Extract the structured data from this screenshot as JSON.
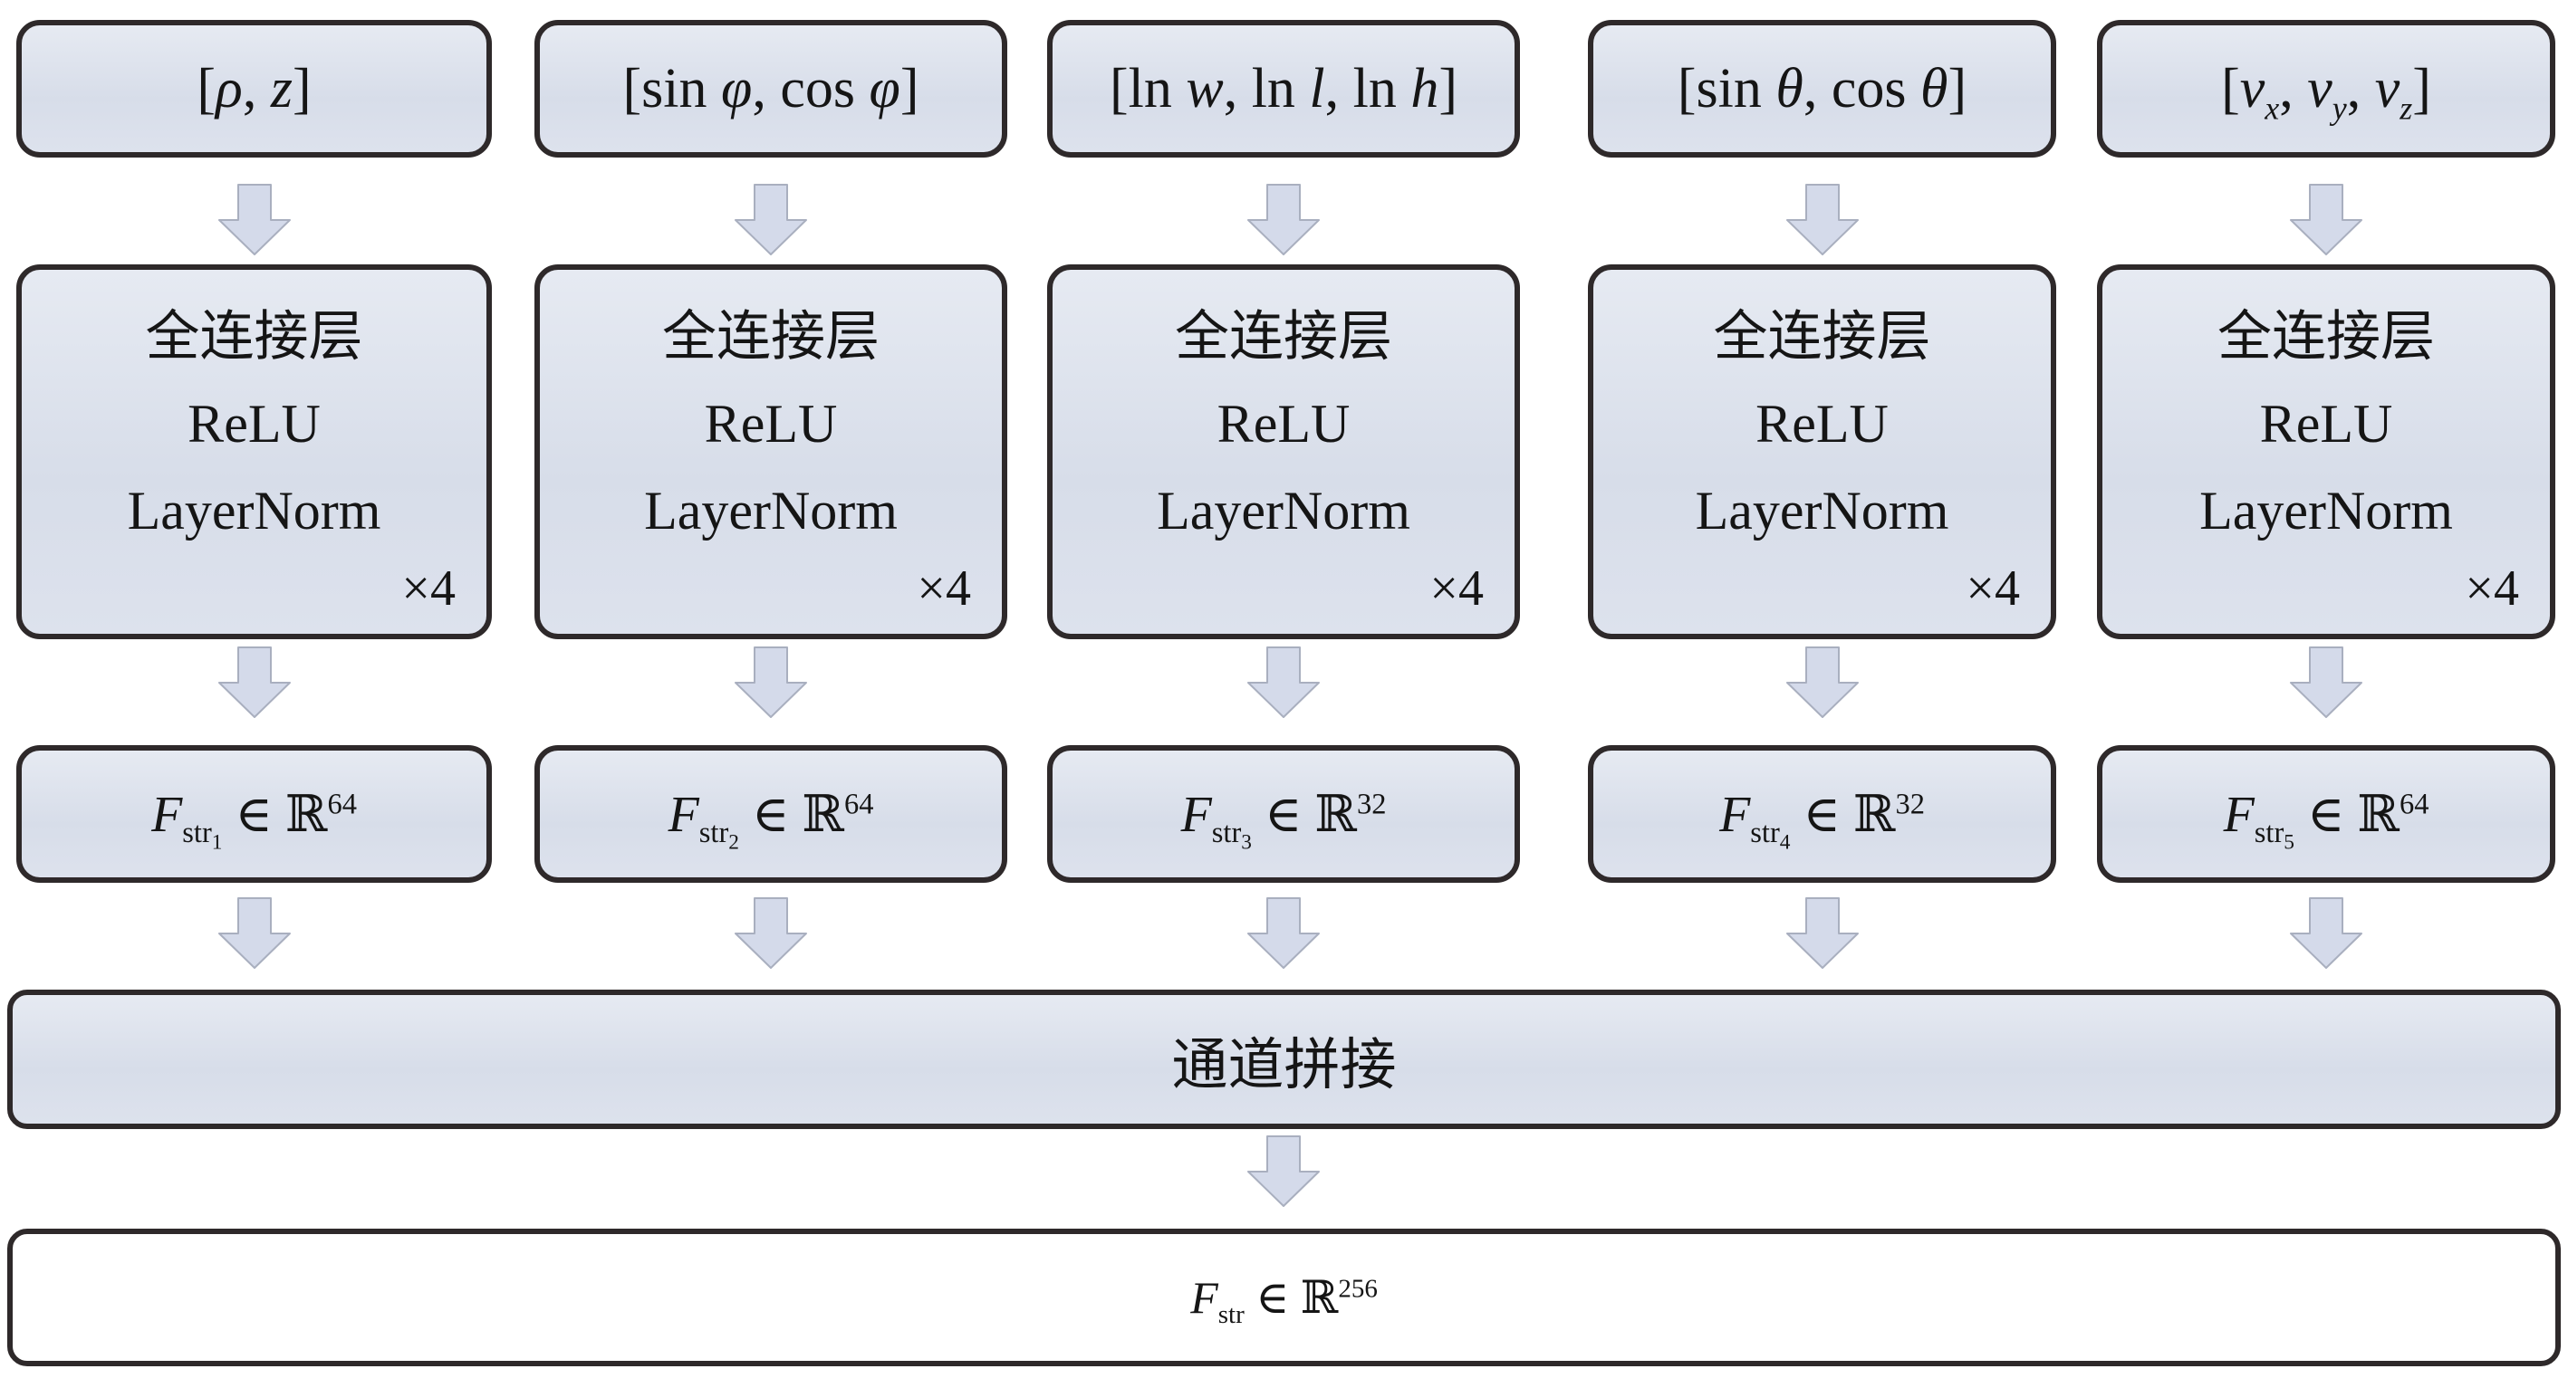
{
  "diagram": {
    "description": "structure-feature encoding network diagram",
    "arrow_icon": "down-arrow",
    "colors": {
      "box_fill_top": "#e6eaf2",
      "box_fill_mid": "#d7dde9",
      "box_fill_bot": "#dde2ed",
      "box_border": "#2e292a",
      "arrow_fill": "#d4daea",
      "arrow_stroke": "#a9afbf",
      "output_box_fill": "#ffffff",
      "background": "#ffffff"
    },
    "branches": [
      {
        "input_html": "[<i>ρ</i>, <i>z</i>]",
        "mlp": {
          "line1": "全连接层",
          "line2": "ReLU",
          "line3": "LayerNorm",
          "repeat": "×4"
        },
        "feature_html": "<i>F</i><sub>str<sub>1</sub></sub> ∈ <span class=\"bb\">ℝ</span><sup>64</sup>"
      },
      {
        "input_html": "[sin <i>φ</i>, cos <i>φ</i>]",
        "mlp": {
          "line1": "全连接层",
          "line2": "ReLU",
          "line3": "LayerNorm",
          "repeat": "×4"
        },
        "feature_html": "<i>F</i><sub>str<sub>2</sub></sub> ∈ <span class=\"bb\">ℝ</span><sup>64</sup>"
      },
      {
        "input_html": "[ln <i>w</i>, ln <i>l</i>, ln <i>h</i>]",
        "mlp": {
          "line1": "全连接层",
          "line2": "ReLU",
          "line3": "LayerNorm",
          "repeat": "×4"
        },
        "feature_html": "<i>F</i><sub>str<sub>3</sub></sub> ∈ <span class=\"bb\">ℝ</span><sup>32</sup>"
      },
      {
        "input_html": "[sin <i>θ</i>, cos <i>θ</i>]",
        "mlp": {
          "line1": "全连接层",
          "line2": "ReLU",
          "line3": "LayerNorm",
          "repeat": "×4"
        },
        "feature_html": "<i>F</i><sub>str<sub>4</sub></sub> ∈ <span class=\"bb\">ℝ</span><sup>32</sup>"
      },
      {
        "input_html": "[<i>v</i><sub><i>x</i></sub>, <i>v</i><sub><i>y</i></sub>, <i>v</i><sub><i>z</i></sub>]",
        "mlp": {
          "line1": "全连接层",
          "line2": "ReLU",
          "line3": "LayerNorm",
          "repeat": "×4"
        },
        "feature_html": "<i>F</i><sub>str<sub>5</sub></sub> ∈ <span class=\"bb\">ℝ</span><sup>64</sup>"
      }
    ],
    "concat_label": "通道拼接",
    "output_html": "<i>F</i><sub>str</sub> ∈ <span class=\"bb\">ℝ</span><sup>256</sup>"
  }
}
